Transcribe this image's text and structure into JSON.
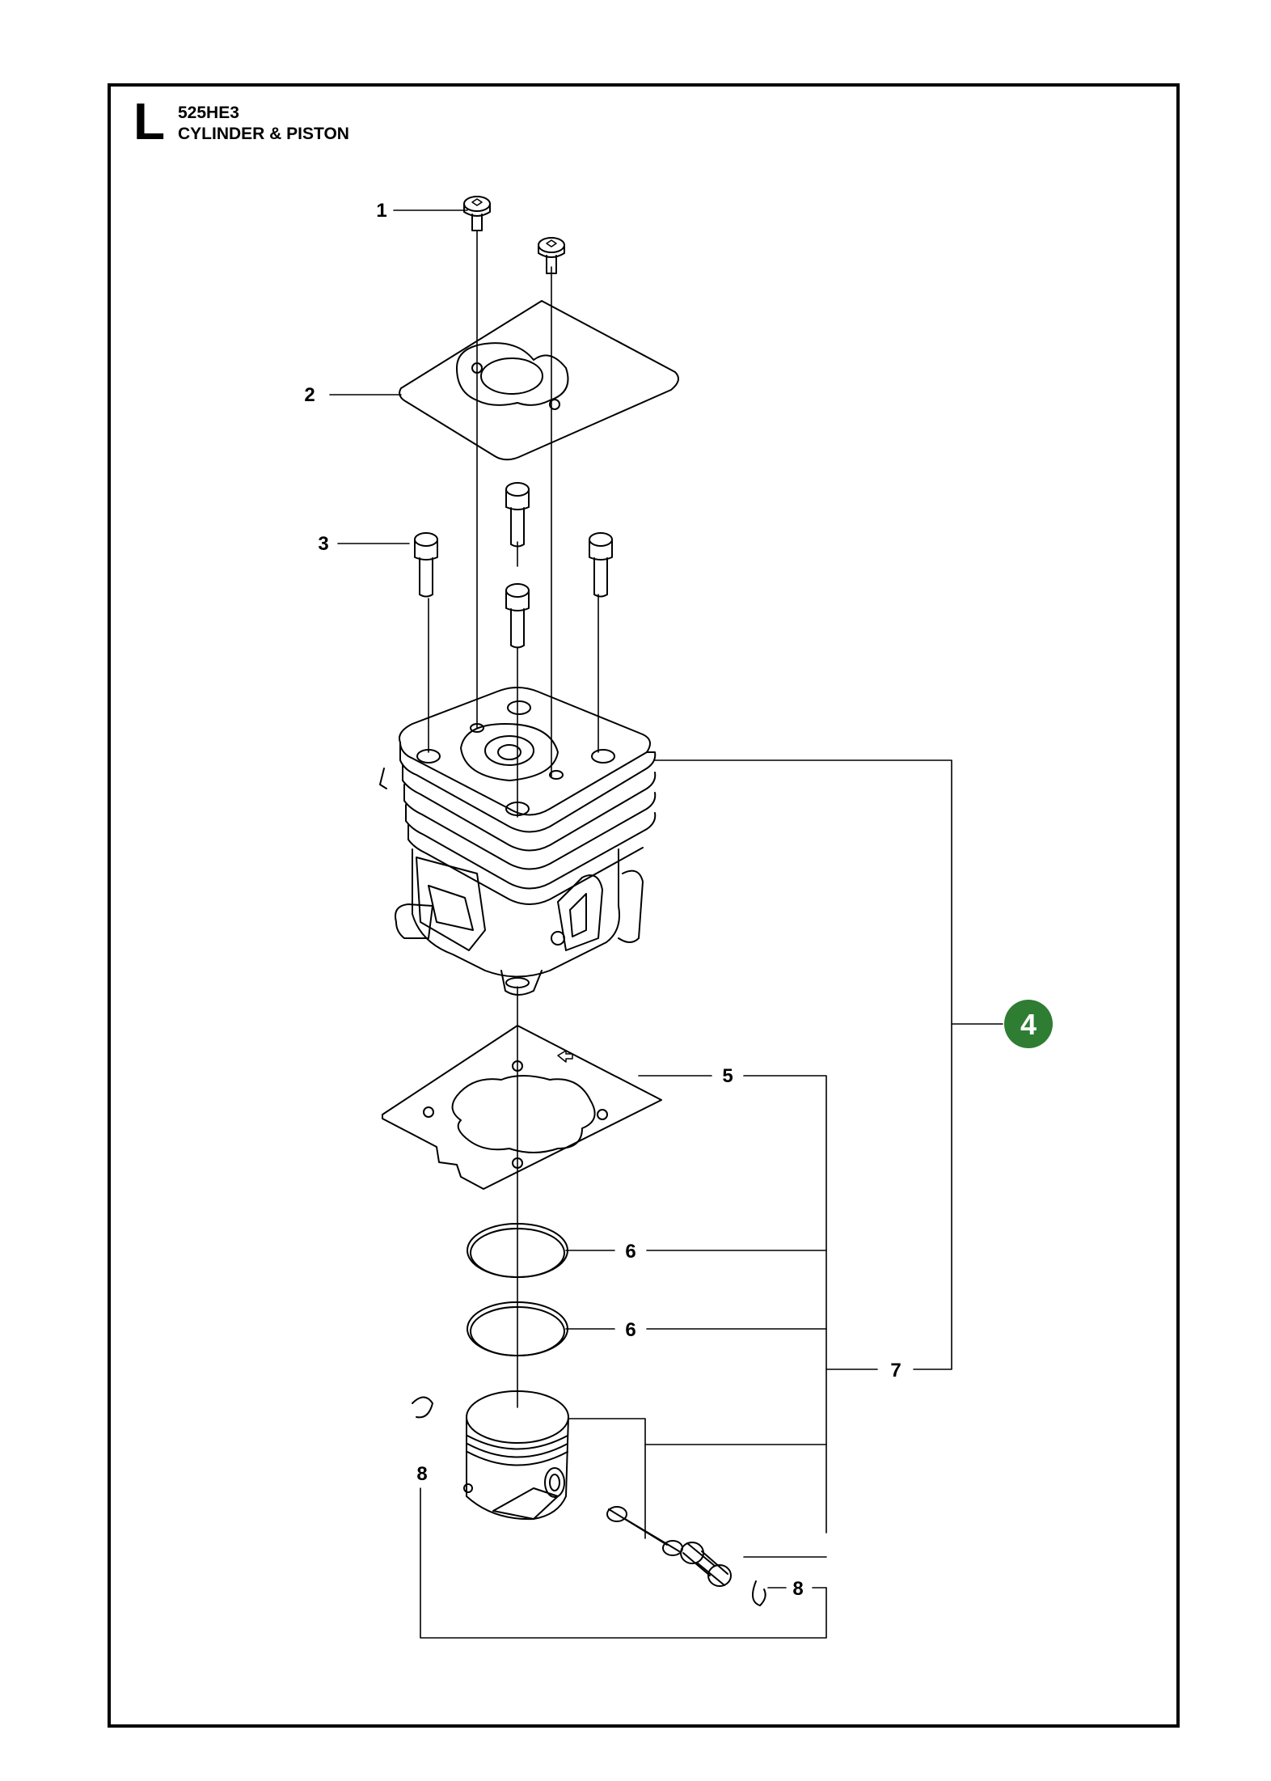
{
  "header": {
    "section_letter": "L",
    "model": "525HE3",
    "title": "CYLINDER & PISTON"
  },
  "callouts": {
    "c1": "1",
    "c2": "2",
    "c3": "3",
    "c4": "4",
    "c5": "5",
    "c6a": "6",
    "c6b": "6",
    "c7": "7",
    "c8a": "8",
    "c8b": "8"
  },
  "colors": {
    "badge": "#2e7d32",
    "line": "#000000"
  },
  "parts": [
    "screw-top-icon",
    "gasket-icon",
    "cylinder-screw-icon",
    "cylinder-icon",
    "base-gasket-icon",
    "piston-ring-icon",
    "piston-icon",
    "piston-pin-icon",
    "needle-bearing-icon",
    "circlip-icon"
  ]
}
